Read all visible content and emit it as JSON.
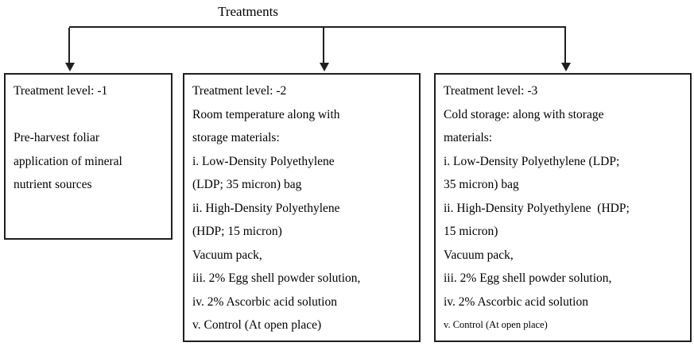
{
  "title": "Treatments",
  "boxes": [
    {
      "id": "treatment-level-1",
      "lines": [
        "Treatment level: -1",
        "",
        "Pre-harvest foliar",
        "application of mineral",
        "nutrient sources"
      ]
    },
    {
      "id": "treatment-level-2",
      "lines": [
        "Treatment level: -2",
        "Room temperature along with",
        "storage materials:",
        "i. Low-Density Polyethylene",
        "(LDP; 35 micron) bag",
        "ii. High-Density Polyethylene",
        "(HDP; 15 micron)",
        "Vacuum pack,",
        "iii. 2% Egg shell powder solution,",
        "iv. 2% Ascorbic acid solution",
        "v. Control (At open place)"
      ]
    },
    {
      "id": "treatment-level-3",
      "lines": [
        "Treatment level: -3",
        "Cold storage: along with storage",
        "materials:",
        "i. Low-Density Polyethylene (LDP;",
        "35 micron) bag",
        "ii. High-Density Polyethylene  (HDP;",
        "15 micron)",
        "Vacuum pack,",
        "iii. 2% Egg shell powder solution,",
        "iv. 2% Ascorbic acid solution",
        {
          "text": "v. Control (At open place)",
          "small": true
        }
      ]
    }
  ],
  "colors": {
    "line": "#1f1f1f",
    "text": "#000000",
    "background": "#ffffff"
  }
}
